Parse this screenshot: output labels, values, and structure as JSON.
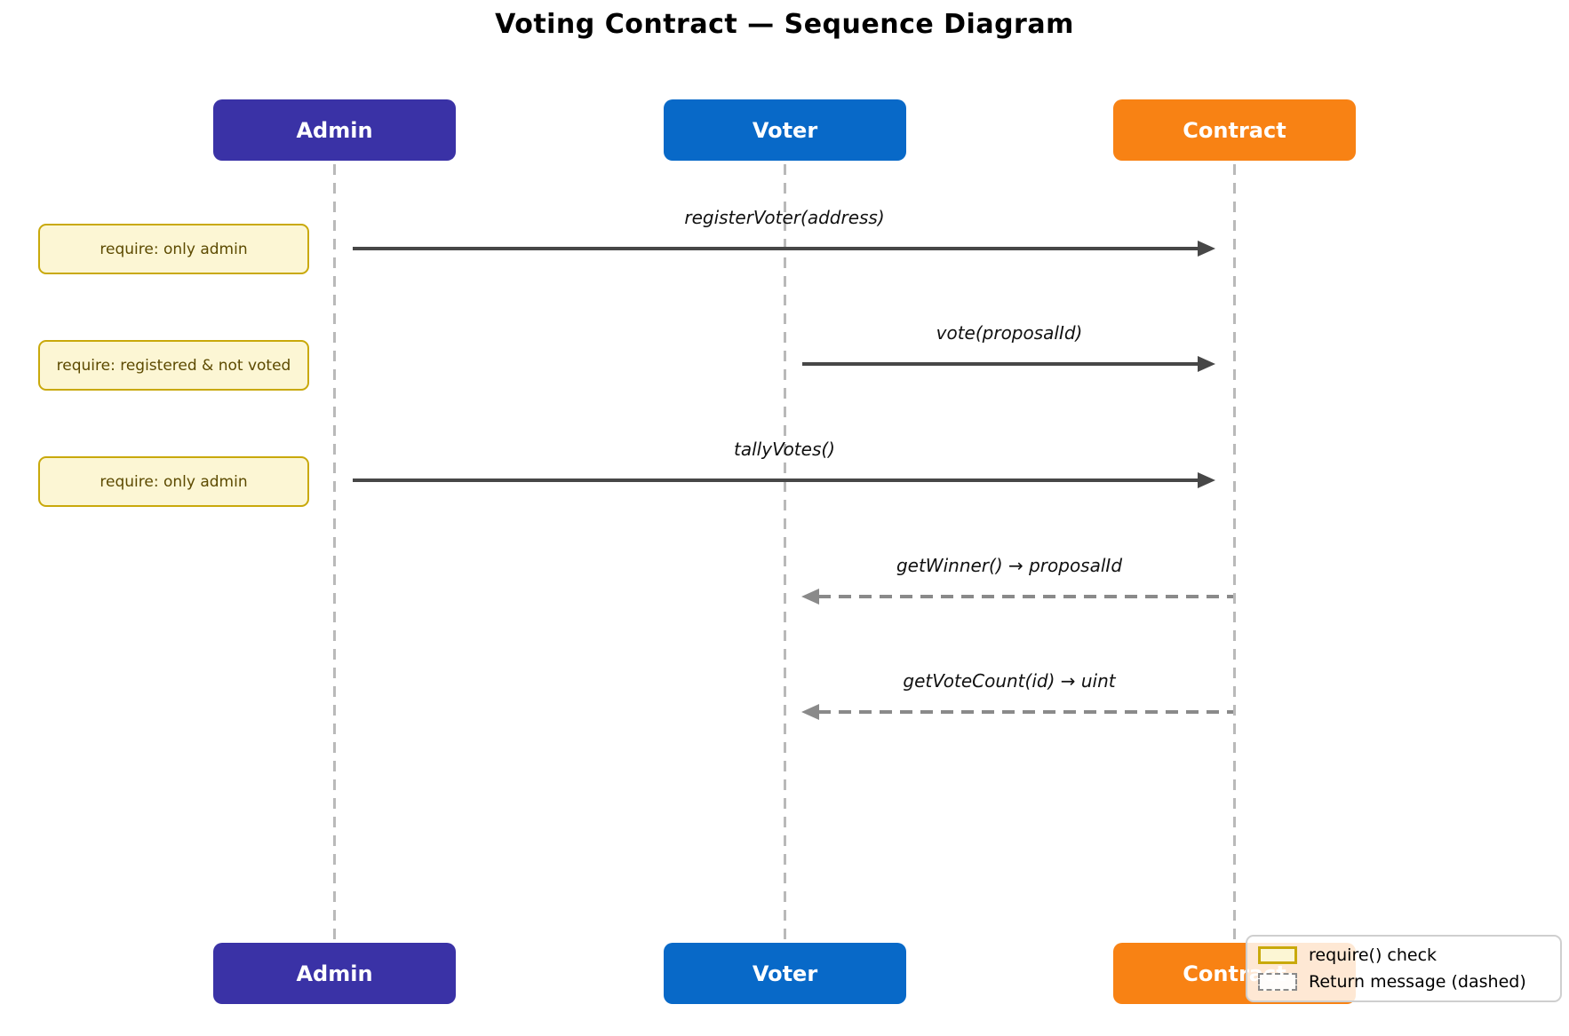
{
  "title": "Voting Contract — Sequence Diagram",
  "actors": [
    {
      "name": "Admin",
      "color": "#3A32A6"
    },
    {
      "name": "Voter",
      "color": "#0869C8"
    },
    {
      "name": "Contract",
      "color": "#F88214"
    }
  ],
  "notes": [
    {
      "text": "require: only admin"
    },
    {
      "text": "require: registered & not voted"
    },
    {
      "text": "require: only admin"
    }
  ],
  "messages": [
    {
      "label": "registerVoter(address)",
      "from": "Admin",
      "to": "Contract",
      "style": "solid"
    },
    {
      "label": "vote(proposalId)",
      "from": "Voter",
      "to": "Contract",
      "style": "solid"
    },
    {
      "label": "tallyVotes()",
      "from": "Admin",
      "to": "Contract",
      "style": "solid"
    },
    {
      "label": "getWinner() → proposalId",
      "from": "Contract",
      "to": "Voter",
      "style": "dashed"
    },
    {
      "label": "getVoteCount(id) → uint",
      "from": "Contract",
      "to": "Voter",
      "style": "dashed"
    }
  ],
  "legend": {
    "items": [
      {
        "label": "require() check"
      },
      {
        "label": "Return message (dashed)"
      }
    ]
  },
  "colors": {
    "solid_arrow": "#474747",
    "return_arrow": "#8a8a8a",
    "lifeline": "#b9b9b9",
    "note_fill": "#FCF6D4",
    "note_border": "#C9A90B",
    "note_text": "#5C4A00"
  }
}
